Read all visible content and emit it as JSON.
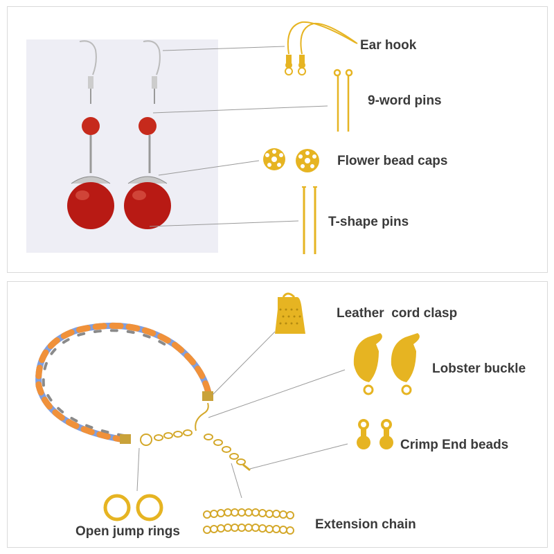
{
  "top_panel": {
    "labels": {
      "ear_hook": "Ear hook",
      "nine_word_pins": "9-word pins",
      "flower_bead_caps": "Flower bead caps",
      "t_shape_pins": "T-shape pins"
    }
  },
  "bottom_panel": {
    "labels": {
      "leather_cord_clasp": "Leather  cord clasp",
      "lobster_buckle": "Lobster buckle",
      "crimp_end_beads": "Crimp End beads",
      "open_jump_rings": "Open jump rings",
      "extension_chain": "Extension chain"
    }
  },
  "colors": {
    "gold": "#e6b422",
    "carnelian": "#c0201a",
    "silver": "#b8b8b8",
    "cord_orange": "#f0913a",
    "cord_blue": "#7f9fe0",
    "cord_gray": "#8a8a8a",
    "label_text": "#3a3a3a"
  }
}
